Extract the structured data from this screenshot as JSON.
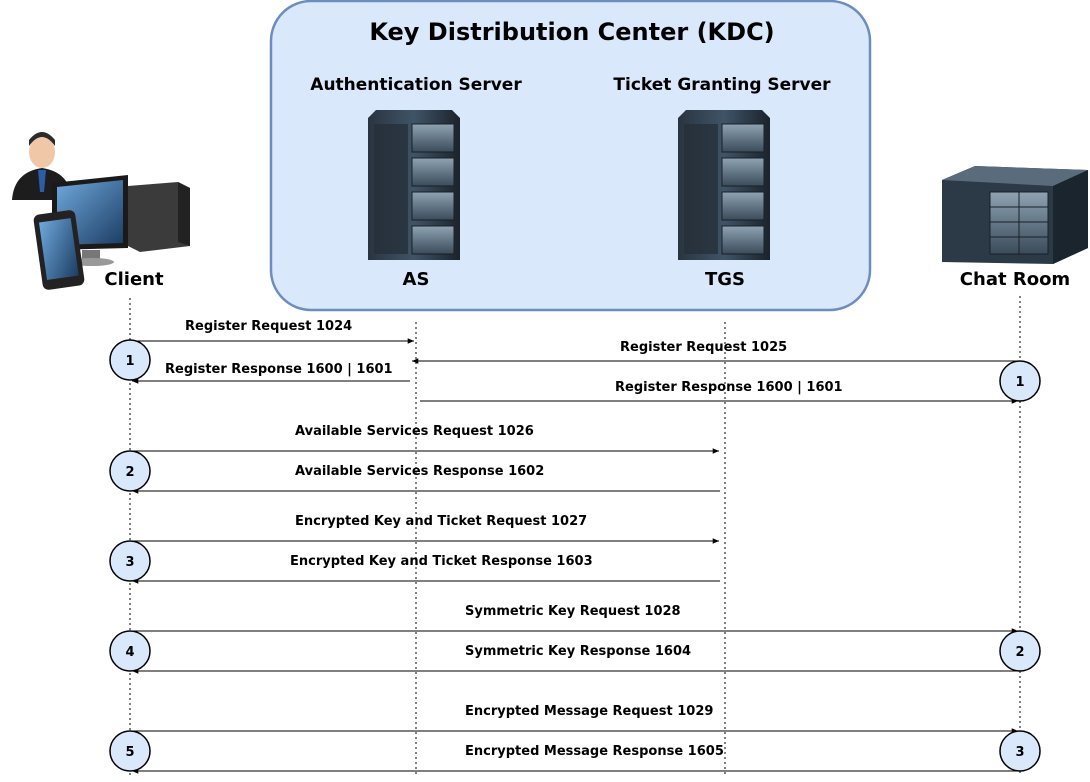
{
  "kdc": {
    "title": "Key Distribution Center (KDC)",
    "as_label": "Authentication Server",
    "tgs_label": "Ticket Granting Server"
  },
  "actors": {
    "client": "Client",
    "as": "AS",
    "tgs": "TGS",
    "chat": "Chat Room"
  },
  "messages": {
    "m1": "Register Request 1024",
    "m2": "Register Request 1025",
    "m3": "Register Response 1600 | 1601",
    "m4": "Register Response 1600 | 1601",
    "m5": "Available Services Request 1026",
    "m6": "Available Services Response 1602",
    "m7": "Encrypted Key and Ticket Request 1027",
    "m8": "Encrypted Key and Ticket Response 1603",
    "m9": "Symmetric Key Request 1028",
    "m10": "Symmetric Key Response 1604",
    "m11": "Encrypted Message Request 1029",
    "m12": "Encrypted Message Response 1605"
  },
  "steps": {
    "client": [
      "1",
      "2",
      "3",
      "4",
      "5"
    ],
    "chat": [
      "1",
      "2",
      "3"
    ]
  },
  "icons": {
    "client": "user-with-computer-and-phone-icon",
    "as": "server-rack-icon",
    "tgs": "server-rack-icon",
    "chat": "rack-server-unit-icon"
  },
  "colors": {
    "kdc_fill": "#dae8fc",
    "kdc_stroke": "#6c8ebf",
    "step_fill": "#dae8fc"
  }
}
